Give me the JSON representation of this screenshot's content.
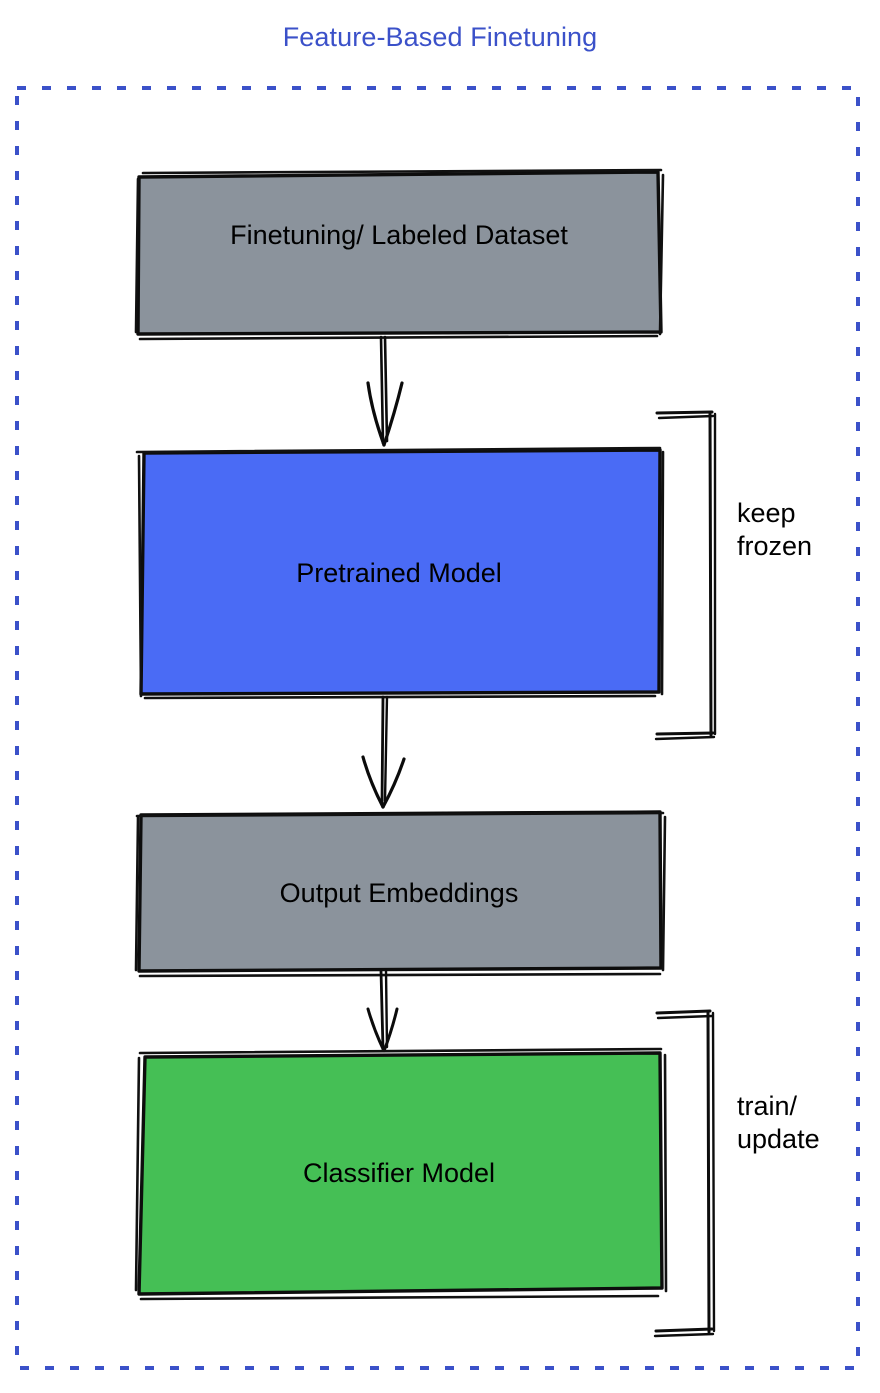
{
  "diagram": {
    "title": "Feature-Based Finetuning",
    "title_color": "#3b51c9",
    "frame": {
      "style": "dashed",
      "color": "#3b51c9"
    },
    "nodes": [
      {
        "id": "dataset",
        "label": "Finetuning/ Labeled Dataset",
        "fill": "#8b939c",
        "stroke": "#000000",
        "shape": "rectangle"
      },
      {
        "id": "pretrained-model",
        "label": "Pretrained Model",
        "fill": "#4a6bf5",
        "stroke": "#000000",
        "shape": "rectangle"
      },
      {
        "id": "output-embeddings",
        "label": "Output Embeddings",
        "fill": "#8b939c",
        "stroke": "#000000",
        "shape": "rectangle"
      },
      {
        "id": "classifier-model",
        "label": "Classifier Model",
        "fill": "#45bf55",
        "stroke": "#000000",
        "shape": "rectangle"
      }
    ],
    "edges": [
      {
        "from": "dataset",
        "to": "pretrained-model",
        "arrow": "down"
      },
      {
        "from": "pretrained-model",
        "to": "output-embeddings",
        "arrow": "down"
      },
      {
        "from": "output-embeddings",
        "to": "classifier-model",
        "arrow": "down"
      }
    ],
    "annotations": [
      {
        "id": "keep-frozen",
        "text": "keep\nfrozen",
        "target": "pretrained-model",
        "bracket": "right"
      },
      {
        "id": "train-update",
        "text": "train/\nupdate",
        "target": "classifier-model",
        "bracket": "right"
      }
    ]
  }
}
